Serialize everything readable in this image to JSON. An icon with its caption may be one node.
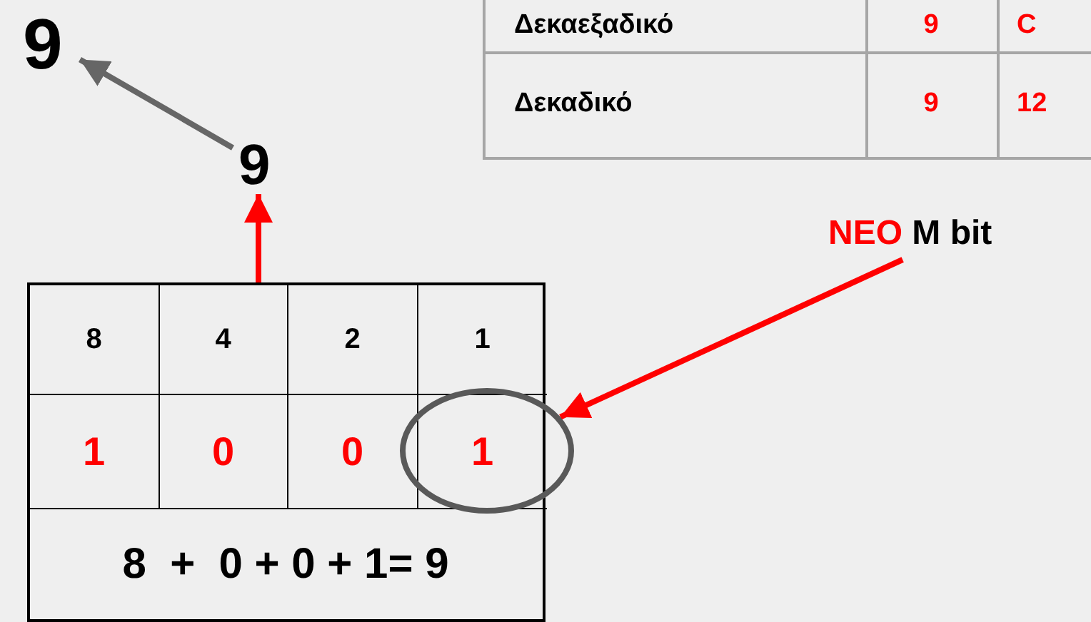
{
  "diagram": {
    "nodes": [
      {
        "text": [
          "9"
        ]
      },
      {
        "text": [
          "9"
        ]
      },
      {
        "text": [],
        "shape": "box"
      },
      {
        "text": [
          "**ΝΕΟ** M bit"
        ]
      },
      {
        "text": [],
        "shape": "circle"
      }
    ],
    "edges": [
      {
        "from": 1,
        "to": 0,
        "arrow": "to",
        "color": "#666666"
      },
      {
        "from": 2,
        "to": 1,
        "arrow": "to",
        "color": "#ff0000"
      },
      {
        "from": 3,
        "to": 4,
        "arrow": "to",
        "color": "#ff0000"
      }
    ],
    "labels": [
      "Δεκαεξαδικό",
      "9",
      "C",
      "Δεκαδικό",
      "9",
      "12",
      "8",
      "4",
      "2",
      "1",
      "1",
      "0",
      "0",
      "1",
      "8  +  0 + 0 + 1= 9"
    ]
  }
}
